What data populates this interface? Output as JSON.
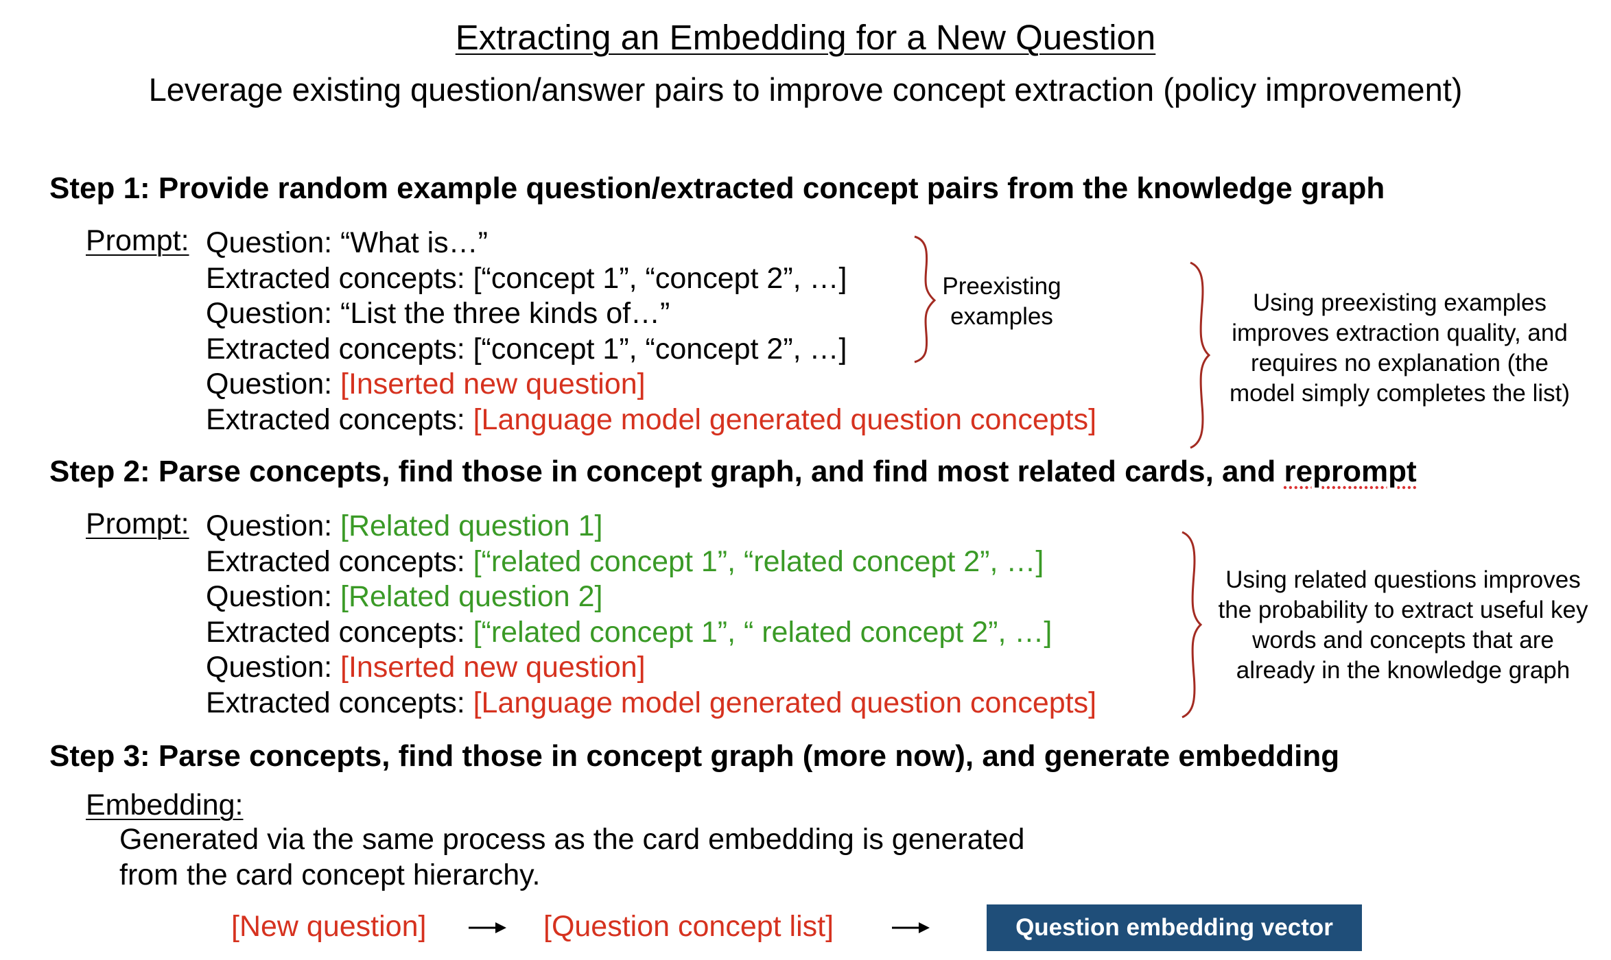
{
  "title": "Extracting an Embedding for a New Question",
  "subtitle": "Leverage existing question/answer pairs to improve concept extraction (policy improvement)",
  "step1": {
    "heading": "Step 1: Provide random example question/extracted concept pairs from the knowledge graph",
    "prompt_label": "Prompt:",
    "lines": [
      {
        "label": "Question: ",
        "value": "“What is…”"
      },
      {
        "label": "Extracted concepts: ",
        "value": "[“concept 1”, “concept 2”, …]"
      },
      {
        "label": "Question: ",
        "value": "“List the three kinds of…”"
      },
      {
        "label": "Extracted concepts: ",
        "value": "[“concept 1”, “concept 2”, …]"
      },
      {
        "label": "Question: ",
        "value": "[Inserted new question]"
      },
      {
        "label": "Extracted concepts: ",
        "value": "[Language model generated question concepts]"
      }
    ],
    "brace_note": "Preexisting examples",
    "side_note": "Using preexisting examples improves extraction quality, and requires no explanation (the model simply completes the list)"
  },
  "step2": {
    "heading_pre": "Step 2: Parse concepts, find those in concept graph, and find most related cards, and ",
    "heading_last": "reprompt",
    "prompt_label": "Prompt:",
    "lines": [
      {
        "label": "Question: ",
        "value": "[Related question 1]"
      },
      {
        "label": "Extracted concepts: ",
        "value": "[“related concept 1”, “related concept 2”, …]"
      },
      {
        "label": "Question: ",
        "value": "[Related question 2]"
      },
      {
        "label": "Extracted concepts: ",
        "value": "[“related concept 1”, “ related concept 2”, …]"
      },
      {
        "label": "Question: ",
        "value": "[Inserted new question]"
      },
      {
        "label": "Extracted concepts: ",
        "value": "[Language model generated question concepts]"
      }
    ],
    "side_note": "Using related questions improves the probability to extract useful key words and concepts that are already in the knowledge graph"
  },
  "step3": {
    "heading": "Step 3: Parse concepts, find those in concept graph (more now), and generate embedding",
    "embedding_label": "Embedding:",
    "body_line1": "Generated via the same process as the card embedding is generated",
    "body_line2": "from the card concept hierarchy."
  },
  "flow": {
    "new_question": "[New question]",
    "concept_list": "[Question concept list]",
    "embedding_vector": "Question embedding vector"
  },
  "colors": {
    "red": "#d6321f",
    "green": "#3a9a26",
    "brace": "#a32b22",
    "box": "#1f4e79"
  }
}
